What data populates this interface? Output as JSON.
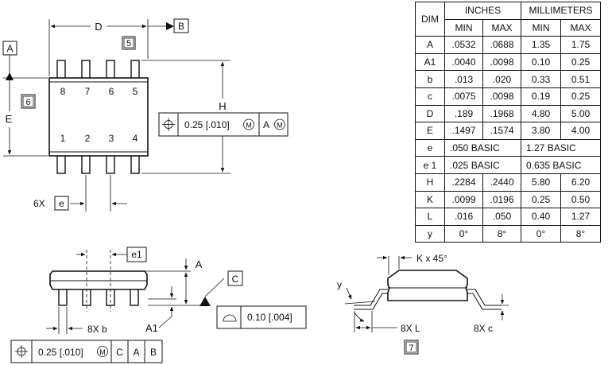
{
  "top_view": {
    "label_d": "D",
    "label_e": "E",
    "label_h": "H",
    "datum_a": "A",
    "datum_b": "B",
    "note_5": "5",
    "note_6": "6",
    "pin_numbers_top": [
      "8",
      "7",
      "6",
      "5"
    ],
    "pin_numbers_bottom": [
      "1",
      "2",
      "3",
      "4"
    ],
    "pitch_prefix": "6X",
    "pitch_label": "e",
    "position_tolerance": "0.25 [.010]",
    "position_datum": "A"
  },
  "side_view": {
    "label_e1": "e1",
    "label_a": "A",
    "label_a1": "A1",
    "datum_c": "C",
    "lead_width_label": "8X b",
    "coplanarity": "0.10 [.004]",
    "bottom_frame": {
      "tolerance": "0.25 [.010]",
      "datums": [
        "C",
        "A",
        "B"
      ]
    }
  },
  "end_view": {
    "chamfer_label": "K x 45°",
    "angle_label": "y",
    "foot_label": "8X L",
    "thickness_label": "8X c",
    "note_7": "7"
  },
  "dimension_table": {
    "header_dim": "DIM",
    "header_inches": "INCHES",
    "header_mm": "MILLIMETERS",
    "header_min": "MIN",
    "header_max": "MAX",
    "rows": [
      {
        "dim": "A",
        "in_min": ".0532",
        "in_max": ".0688",
        "mm_min": "1.35",
        "mm_max": "1.75"
      },
      {
        "dim": "A1",
        "in_min": ".0040",
        "in_max": ".0098",
        "mm_min": "0.10",
        "mm_max": "0.25"
      },
      {
        "dim": "b",
        "in_min": ".013",
        "in_max": ".020",
        "mm_min": "0.33",
        "mm_max": "0.51"
      },
      {
        "dim": "c",
        "in_min": ".0075",
        "in_max": ".0098",
        "mm_min": "0.19",
        "mm_max": "0.25"
      },
      {
        "dim": "D",
        "in_min": ".189",
        "in_max": ".1968",
        "mm_min": "4.80",
        "mm_max": "5.00"
      },
      {
        "dim": "E",
        "in_min": ".1497",
        "in_max": ".1574",
        "mm_min": "3.80",
        "mm_max": "4.00"
      },
      {
        "dim": "e",
        "in_basic": ".050  BASIC",
        "mm_basic": "1.27  BASIC"
      },
      {
        "dim": "e 1",
        "in_basic": ".025  BASIC",
        "mm_basic": "0.635  BASIC"
      },
      {
        "dim": "H",
        "in_min": ".2284",
        "in_max": ".2440",
        "mm_min": "5.80",
        "mm_max": "6.20"
      },
      {
        "dim": "K",
        "in_min": ".0099",
        "in_max": ".0196",
        "mm_min": "0.25",
        "mm_max": "0.50"
      },
      {
        "dim": "L",
        "in_min": ".016",
        "in_max": ".050",
        "mm_min": "0.40",
        "mm_max": "1.27"
      },
      {
        "dim": "y",
        "in_min": "0°",
        "in_max": "8°",
        "mm_min": "0°",
        "mm_max": "8°"
      }
    ]
  }
}
